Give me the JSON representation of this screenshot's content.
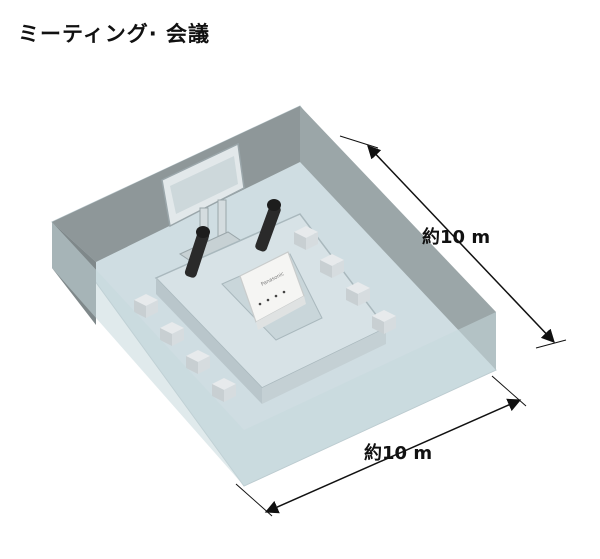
{
  "title": "ミーティング· 会議",
  "dimensions": {
    "depth_label": "約10 m",
    "width_label": "約10 m"
  },
  "device": {
    "brand_text": "Panasonic"
  },
  "colors": {
    "floor": "#cfdde2",
    "back_wall": "#8f999b",
    "right_wall": "#9ba6a8",
    "glass_front": "#c2d4d9",
    "table_top": "#d7e2e6",
    "table_side": "#b9c6cb",
    "seat": "#e4e8ea",
    "seat_side": "#c8cfd2",
    "microphone": "#2a2a2a",
    "device": "#f4f4f2",
    "arrow": "#111111"
  }
}
